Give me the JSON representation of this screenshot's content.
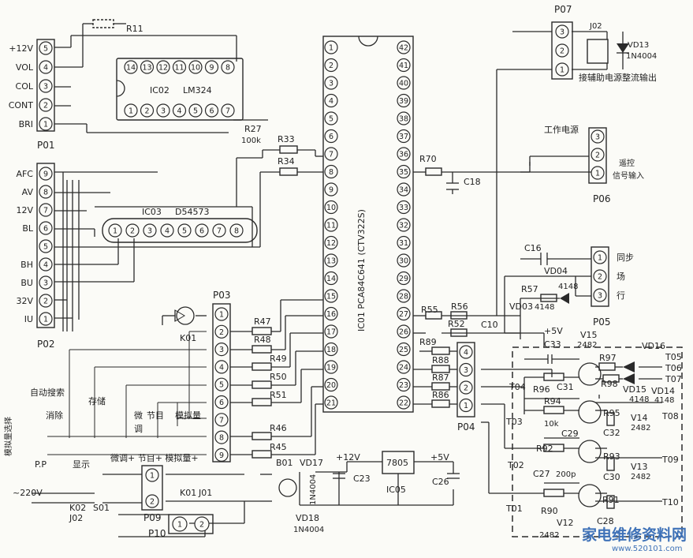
{
  "ic01": {
    "label": "IC01  PCA84C641 (CTV322S)"
  },
  "ic02": {
    "name": "IC02",
    "part": "LM324",
    "top_pins": [
      "14",
      "13",
      "12",
      "11",
      "10",
      "9",
      "8"
    ],
    "bottom_pins": [
      "1",
      "2",
      "3",
      "4",
      "5",
      "6",
      "7"
    ]
  },
  "ic03": {
    "name": "IC03",
    "part": "D54573",
    "pins": [
      "1",
      "2",
      "3",
      "4",
      "5",
      "6",
      "7",
      "8"
    ]
  },
  "ic05": {
    "name": "IC05",
    "part": "7805"
  },
  "p01": {
    "name": "P01",
    "labels": [
      "+12V",
      "VOL",
      "COL",
      "CONT",
      "BRI"
    ],
    "pins": [
      "5",
      "4",
      "3",
      "2",
      "1"
    ]
  },
  "p02": {
    "name": "P02",
    "labels": [
      "AFC",
      "AV",
      "12V",
      "BL",
      "",
      "BH",
      "BU",
      "32V",
      "IU"
    ],
    "pins": [
      "9",
      "8",
      "7",
      "6",
      "5",
      "4",
      "3",
      "2",
      "1"
    ]
  },
  "p03": {
    "name": "P03",
    "pins": [
      "1",
      "2",
      "3",
      "4",
      "5",
      "6",
      "7",
      "8",
      "9"
    ]
  },
  "p04": {
    "name": "P04",
    "pins": [
      "4",
      "3",
      "2",
      "1"
    ]
  },
  "p05": {
    "name": "P05",
    "pins": [
      "1",
      "2",
      "3"
    ],
    "labels": [
      "同步",
      "场",
      "行"
    ]
  },
  "p06": {
    "name": "P06",
    "pins": [
      "3",
      "2",
      "1"
    ],
    "label_top": "工作电源",
    "label_mid": "遥控",
    "label_bottom": "信号输入"
  },
  "p07": {
    "name": "P07",
    "pins": [
      "3",
      "2",
      "1"
    ],
    "relay": "J02",
    "label": "接辅助电源整流输出"
  },
  "p09": {
    "name": "P09",
    "pins": [
      "1",
      "2"
    ]
  },
  "p10": {
    "name": "P10",
    "pins": [
      "1",
      "2"
    ]
  },
  "resistors": {
    "r11": "R11",
    "r27": "R27",
    "r27v": "100k",
    "r33": "R33",
    "r34": "R34",
    "r70": "R70",
    "r47": "R47",
    "r48": "R48",
    "r49": "R49",
    "r50": "R50",
    "r51": "R51",
    "r46": "R46",
    "r45": "R45",
    "r55": "R55",
    "r56": "R56",
    "r52": "R52",
    "r57": "R57",
    "r89": "R89",
    "r88": "R88",
    "r87": "R87",
    "r86": "R86",
    "r97": "R97",
    "r96": "R96",
    "r98": "R98",
    "r94": "R94",
    "r95": "R95",
    "r92": "R92",
    "r93": "R93",
    "r90": "R90",
    "r91": "R91",
    "r94v": "10k"
  },
  "capacitors": {
    "c18": "C18",
    "c16": "C16",
    "c10": "C10",
    "c33": "C33",
    "c31": "C31",
    "c29": "C29",
    "c32": "C32",
    "c27": "C27",
    "c27v": "200p",
    "c30": "C30",
    "c28": "C28",
    "c23": "C23",
    "c26": "C26"
  },
  "diodes": {
    "vd04": "VD04",
    "vd04v": "4148",
    "vd03": "VD03",
    "vd03v": "4148",
    "vd13": "VD13",
    "vd13v": "1N4004",
    "vd16": "VD16",
    "vd15": "VD15",
    "vd15v": "4148",
    "vd14": "VD14",
    "vd14v": "4148",
    "vd17": "VD17",
    "vd17v": "1N4004",
    "vd18": "VD18",
    "vd18v": "1N4004"
  },
  "transistors": {
    "v15": "V15",
    "v15v": "2482",
    "v14": "V14",
    "v14v": "2482",
    "v13": "V13",
    "v13v": "2482",
    "v12": "V12",
    "v12v": "2482"
  },
  "test_points": {
    "t04": "T04",
    "t03": "T03",
    "t02": "T02",
    "t01": "T01",
    "t05": "T05",
    "t06": "T06",
    "t07": "T07",
    "t08": "T08",
    "t09": "T09",
    "t10": "T10"
  },
  "misc": {
    "b01": "B01",
    "k01": "K01",
    "j01": "J01",
    "k02": "K02",
    "j02": "J02",
    "s01": "S01",
    "plus12v": "+12V",
    "plus5v_top": "+5V",
    "plus5v_reg": "+5V",
    "mains": "~220V"
  },
  "buttons": {
    "auto_search": "自动搜索",
    "erase": "消除",
    "store": "存储",
    "fine": "微",
    "fine2": "调",
    "program": "节目",
    "analog": "模拟量",
    "analog_select": "模拟量选择",
    "pp": "P.P",
    "display": "显示",
    "bottom_row": "微调+ 节目+ 模拟量+"
  },
  "watermark": {
    "main": "家电维修资料网",
    "url": "www.520101.com"
  }
}
